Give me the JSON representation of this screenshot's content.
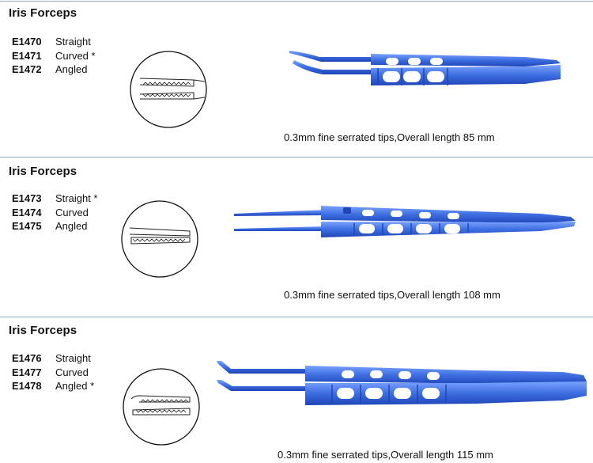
{
  "colors": {
    "accent_rule": "#8fb3cf",
    "instrument_blue": "#3d6ee0",
    "instrument_dark": "#1f45b8",
    "instrument_light": "#7aa2ff"
  },
  "icons": {
    "tip_detail": "serrated-tip-detail-icon",
    "instrument": "iris-forceps-image"
  },
  "sections": [
    {
      "title": "Iris Forceps",
      "variants": [
        {
          "code": "E1470",
          "label": "Straight"
        },
        {
          "code": "E1471",
          "label": "Curved *"
        },
        {
          "code": "E1472",
          "label": "Angled"
        }
      ],
      "caption": "0.3mm fine serrated tips,Overall length 85 mm"
    },
    {
      "title": "Iris Forceps",
      "variants": [
        {
          "code": "E1473",
          "label": "Straight *"
        },
        {
          "code": "E1474",
          "label": "Curved"
        },
        {
          "code": "E1475",
          "label": "Angled"
        }
      ],
      "caption": "0.3mm fine serrated tips,Overall length 108 mm"
    },
    {
      "title": "Iris Forceps",
      "variants": [
        {
          "code": "E1476",
          "label": "Straight"
        },
        {
          "code": "E1477",
          "label": "Curved"
        },
        {
          "code": "E1478",
          "label": "Angled *"
        }
      ],
      "caption": "0.3mm fine serrated tips,Overall length 115 mm"
    }
  ]
}
